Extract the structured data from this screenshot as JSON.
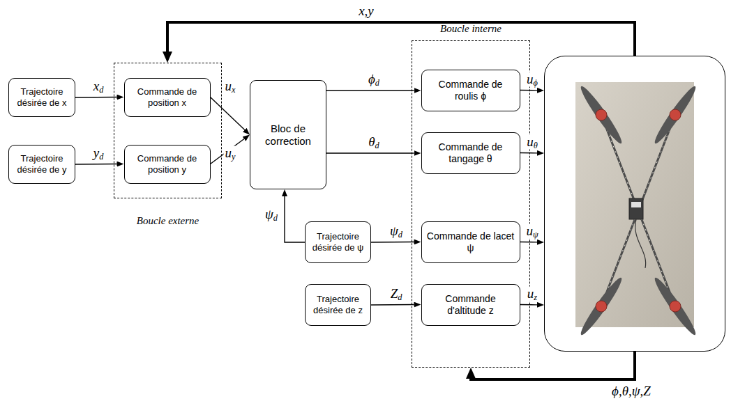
{
  "diagram": {
    "nodes": [
      {
        "text": [
          "Trajectoire désirée de x"
        ]
      },
      {
        "text": [
          "Trajectoire désirée de y"
        ]
      },
      {
        "text": [
          "Boucle externe"
        ]
      },
      {
        "text": [
          "Commande de position x"
        ],
        "in": 2
      },
      {
        "text": [
          "Commande de position y"
        ],
        "in": 2
      },
      {
        "text": [
          "Bloc de correction"
        ]
      },
      {
        "text": [
          "Trajectoire désirée de ψ"
        ]
      },
      {
        "text": [
          "Trajectoire désirée de z"
        ]
      },
      {
        "text": [
          "Boucle interne"
        ]
      },
      {
        "text": [
          "Commande de roulis ϕ"
        ],
        "in": 8
      },
      {
        "text": [
          "Commande de tangage θ"
        ],
        "in": 8
      },
      {
        "text": [
          "Commande de lacet ψ"
        ],
        "in": 8
      },
      {
        "text": [
          "Commande d'altitude z"
        ],
        "in": 8
      },
      {
        "text": []
      }
    ],
    "edges": [
      {
        "from": 0,
        "to": 3,
        "label": "xd",
        "arrow": "to"
      },
      {
        "from": 1,
        "to": 4,
        "label": "yd",
        "arrow": "to"
      },
      {
        "from": 3,
        "to": 5,
        "label": "ux",
        "arrow": "to"
      },
      {
        "from": 4,
        "to": 5,
        "label": "uy",
        "arrow": "to"
      },
      {
        "from": 5,
        "to": 9,
        "label": "ϕd",
        "arrow": "to"
      },
      {
        "from": 5,
        "to": 10,
        "label": "θd",
        "arrow": "to"
      },
      {
        "from": 6,
        "to": 11,
        "label": "ψd",
        "arrow": "to"
      },
      {
        "from": 6,
        "to": 5,
        "label": "ψd",
        "arrow": "to"
      },
      {
        "from": 7,
        "to": 12,
        "label": "Zd",
        "arrow": "to"
      },
      {
        "from": 9,
        "to": 13,
        "label": "uϕ",
        "arrow": "to"
      },
      {
        "from": 10,
        "to": 13,
        "label": "uθ",
        "arrow": "to"
      },
      {
        "from": 11,
        "to": 13,
        "label": "uψ",
        "arrow": "to"
      },
      {
        "from": 12,
        "to": 13,
        "label": "uz",
        "arrow": "to"
      },
      {
        "from": 13,
        "to": 2,
        "label": "x,y",
        "arrow": "to"
      },
      {
        "from": 13,
        "to": 8,
        "label": "ϕ,θ,ψ,Z",
        "arrow": "to"
      }
    ]
  }
}
